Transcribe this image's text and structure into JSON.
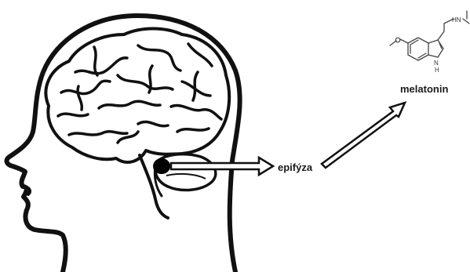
{
  "labels": {
    "gland": "epifýza",
    "hormone": "melatonin"
  },
  "molecule": {
    "amine_group": "HN",
    "ring_nitrogen": "N",
    "ring_hydrogen": "H"
  }
}
